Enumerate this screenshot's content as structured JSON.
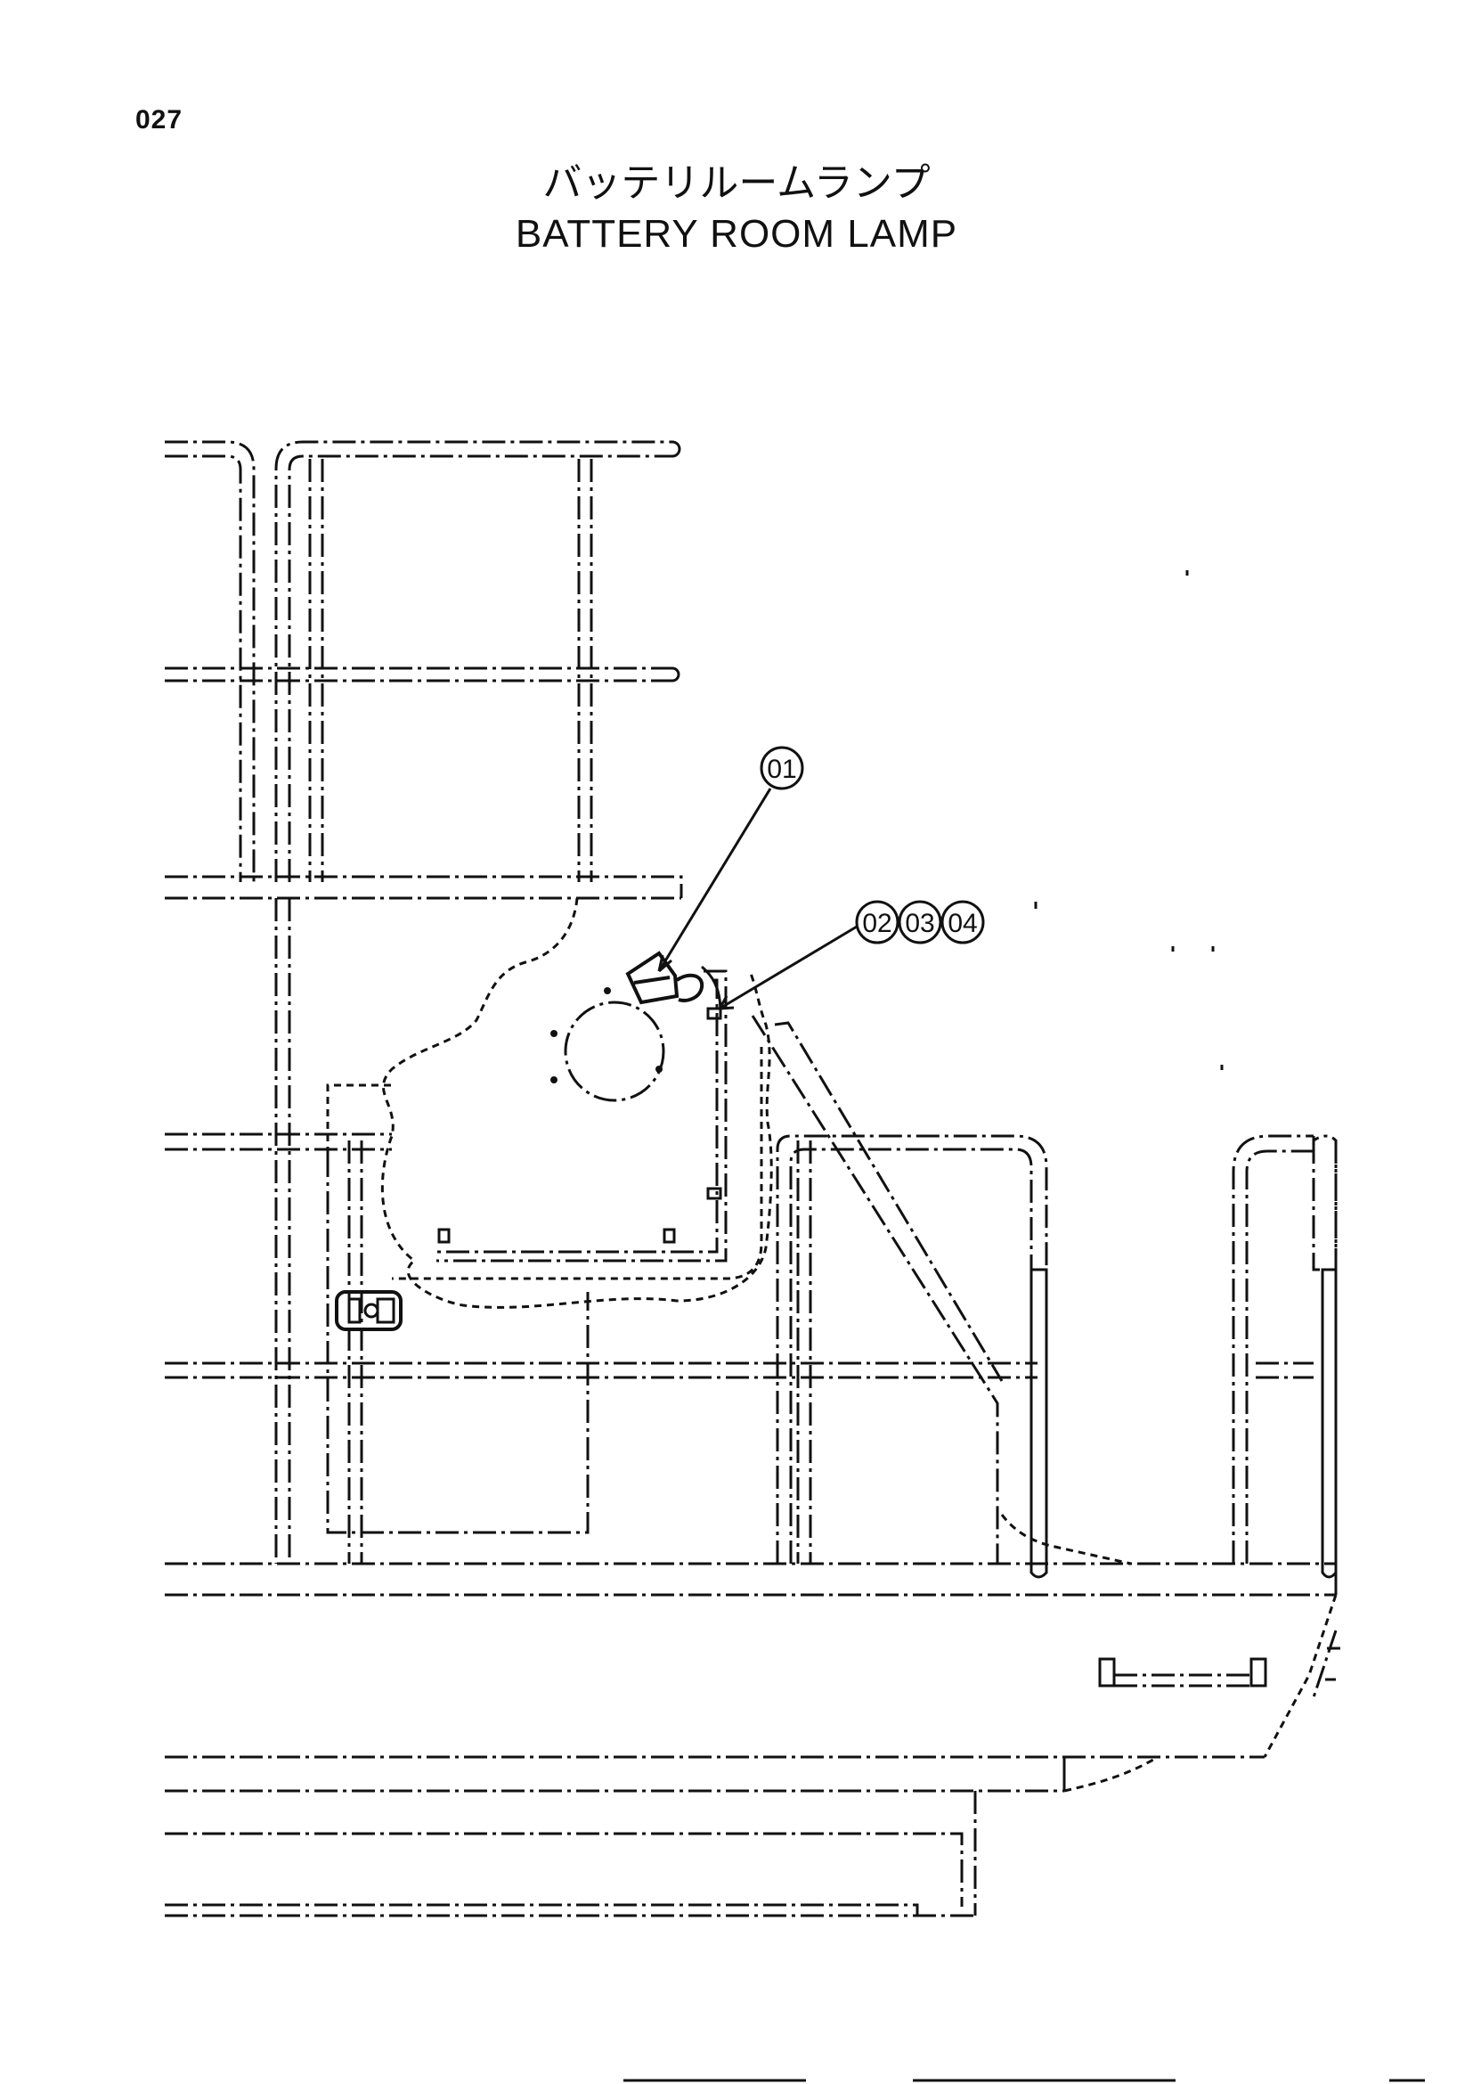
{
  "page": {
    "number": "027",
    "title_jp": "バッテリルームランプ",
    "title_en": "BATTERY ROOM LAMP"
  },
  "callouts": [
    {
      "id": "callout-01",
      "label": "01",
      "target": "lamp"
    },
    {
      "id": "callout-02",
      "label": "02",
      "target": "clamp"
    },
    {
      "id": "callout-03",
      "label": "03",
      "target": "clamp"
    },
    {
      "id": "callout-04",
      "label": "04",
      "target": "clamp"
    }
  ],
  "colors": {
    "ink": "#111111",
    "paper": "#ffffff"
  }
}
